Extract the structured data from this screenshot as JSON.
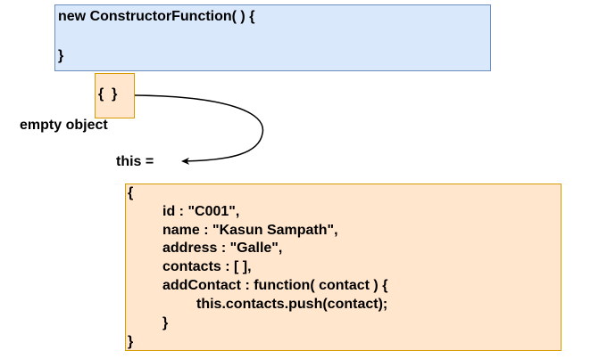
{
  "constructor_box": {
    "line1": "new ConstructorFunction( ) {",
    "line2": "}"
  },
  "empty_object": {
    "braces": "{  }",
    "label": "empty object"
  },
  "this_label": "this =",
  "this_object": {
    "open_brace": "{",
    "lines": [
      "id : \"C001\",",
      "name : \"Kasun Sampath\",",
      "address : \"Galle\",",
      "contacts : [ ],",
      "addContact : function( contact ) {",
      "this.contacts.push(contact);",
      "}"
    ],
    "close_brace": "}"
  },
  "colors": {
    "constructor_fill": "#dae8fc",
    "constructor_stroke": "#6c8ebf",
    "object_fill": "#ffe6cc",
    "object_stroke": "#d79b00"
  }
}
